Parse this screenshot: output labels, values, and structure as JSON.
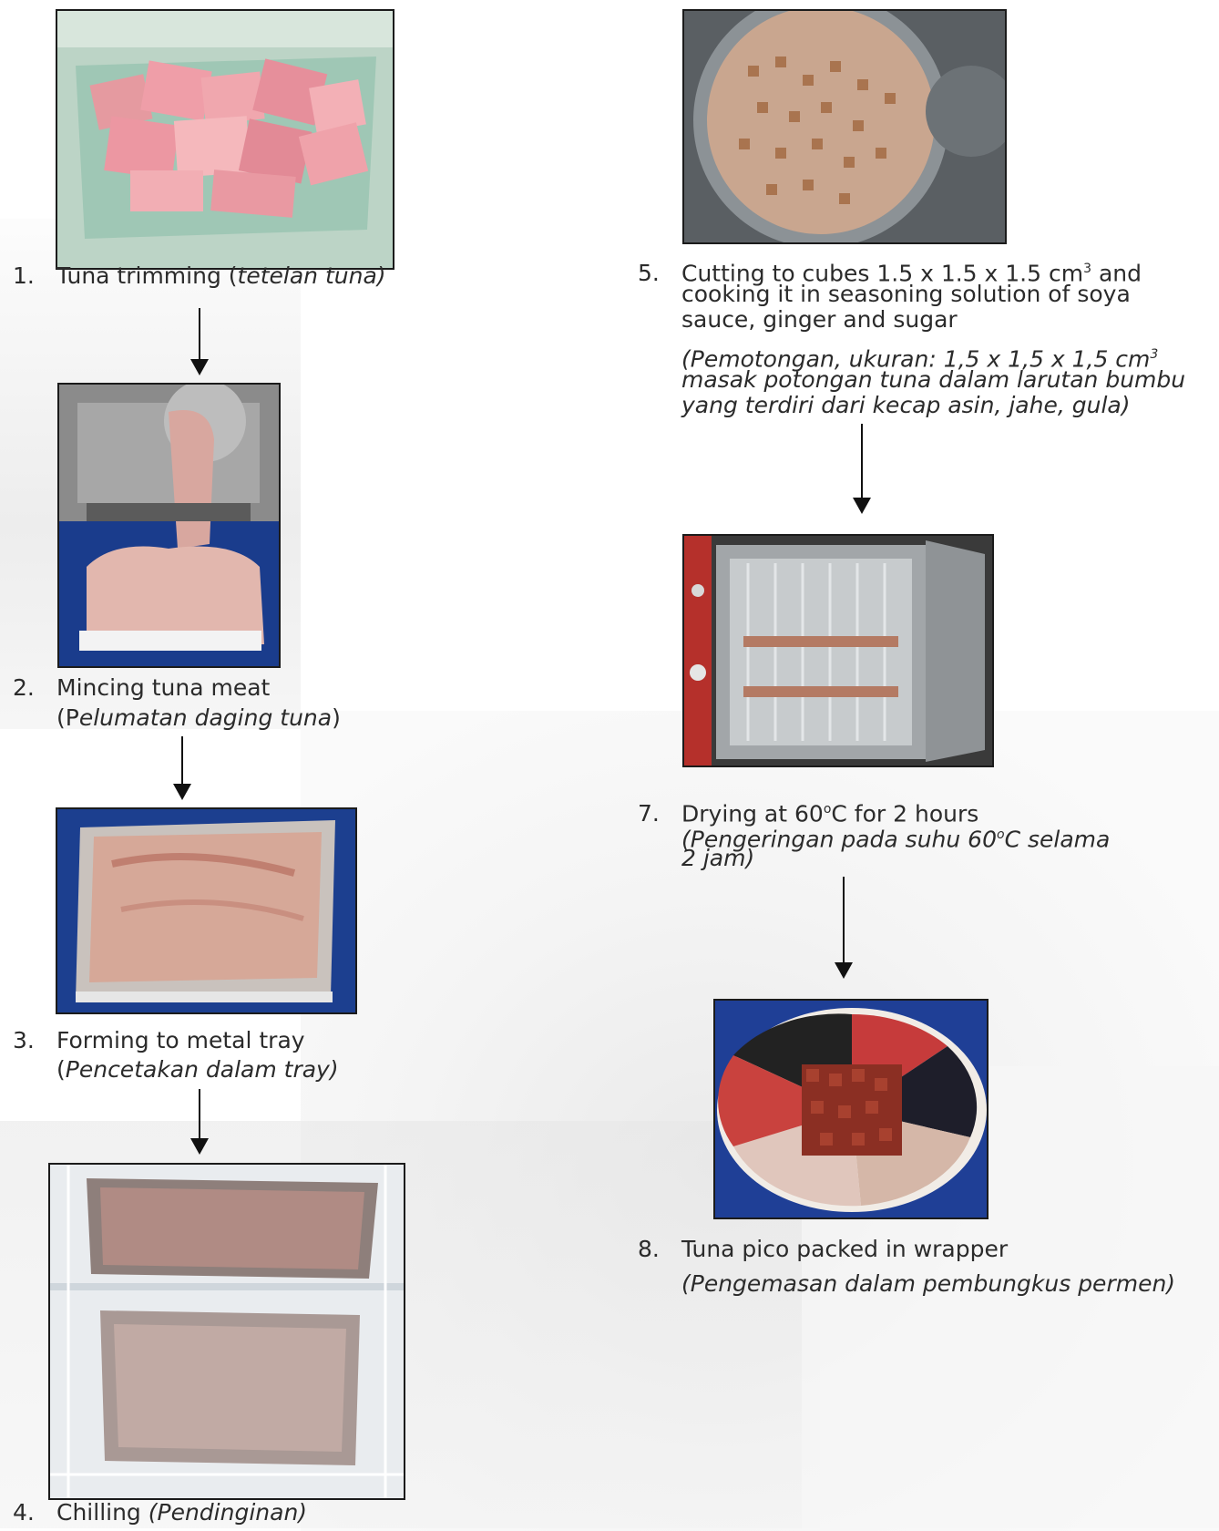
{
  "steps": {
    "s1": {
      "num": "1.",
      "en": "Tuna trimming (",
      "id": "tetelan tuna)"
    },
    "s2": {
      "num": "2.",
      "en": "Mincing tuna meat",
      "id_pre": "(P",
      "id": "elumatan daging tuna",
      "id_post": ")"
    },
    "s3": {
      "num": "3.",
      "en": "Forming to metal tray",
      "id_pre": "(",
      "id": "Pencetakan dalam tray)"
    },
    "s4": {
      "num": "4.",
      "en": "Chilling ",
      "id": "(Pendinginan)"
    },
    "s5": {
      "num": "5.",
      "en_line1": "Cutting to cubes 1.5 x 1.5 x 1.5 cm",
      "sup": "3",
      "en_line1_post": " and",
      "en_line2": "cooking it in seasoning solution of soya",
      "en_line3": "sauce, ginger and sugar",
      "id_line1": "(Pemotongan, ukuran: 1,5 x 1,5 x 1,5 cm",
      "id_sup": "3",
      "id_line2": "masak potongan tuna dalam larutan bumbu",
      "id_line3": "yang terdiri dari kecap asin, jahe, gula)"
    },
    "s7": {
      "num": "7.",
      "en_pre": "Drying at 60",
      "deg": "o",
      "en_post": "C for 2 hours",
      "id_pre": "(Pengeringan pada suhu 60",
      "id_deg": "o",
      "id_post": "C selama",
      "id_line2": "2 jam)"
    },
    "s8": {
      "num": "8.",
      "en": "Tuna pico packed in wrapper",
      "id": "(Pengemasan dalam pembungkus permen)"
    }
  },
  "colors": {
    "arrow": "#111111",
    "frame": "#1b1b1b",
    "text": "#2b2b2b"
  }
}
